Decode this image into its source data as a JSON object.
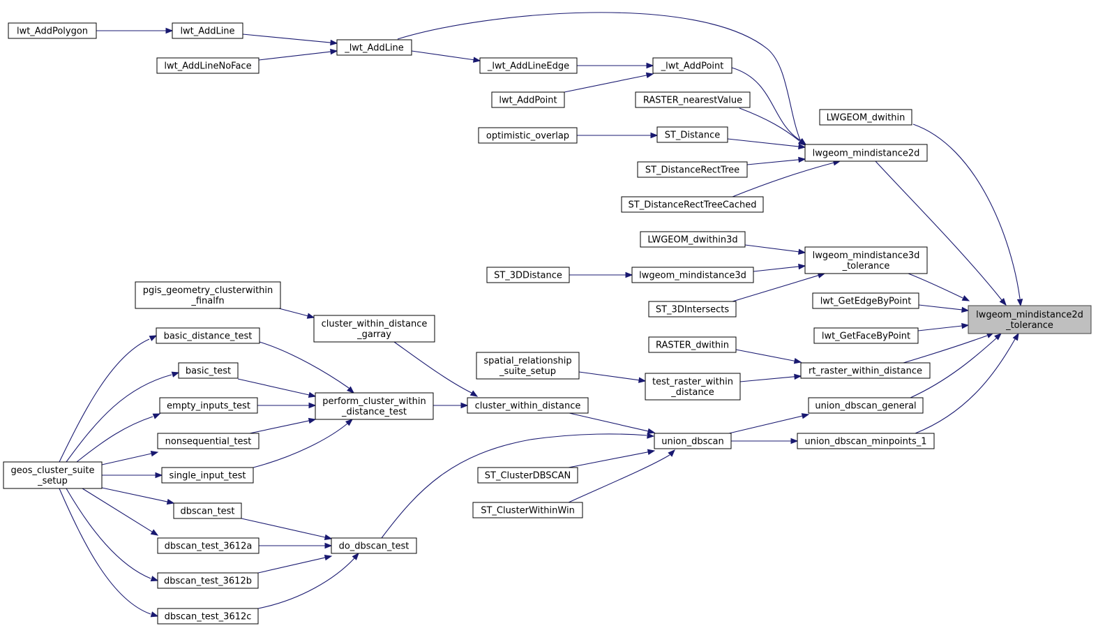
{
  "graph": {
    "type": "caller-graph",
    "colors": {
      "edge": "#191970",
      "target_fill": "#bfbfbf",
      "node_fill": "#ffffff",
      "node_border": "#000000"
    },
    "nodes": [
      {
        "id": "target",
        "lines": [
          "lwgeom_mindistance2d",
          "_tolerance"
        ]
      },
      {
        "id": "lwt_AddPolygon",
        "lines": [
          "lwt_AddPolygon"
        ]
      },
      {
        "id": "lwt_AddLine",
        "lines": [
          "lwt_AddLine"
        ]
      },
      {
        "id": "lwt_AddLineNoFace",
        "lines": [
          "lwt_AddLineNoFace"
        ]
      },
      {
        "id": "_lwt_AddLine",
        "lines": [
          "_lwt_AddLine"
        ]
      },
      {
        "id": "_lwt_AddLineEdge",
        "lines": [
          "_lwt_AddLineEdge"
        ]
      },
      {
        "id": "lwt_AddPoint",
        "lines": [
          "lwt_AddPoint"
        ]
      },
      {
        "id": "_lwt_AddPoint",
        "lines": [
          "_lwt_AddPoint"
        ]
      },
      {
        "id": "RASTER_nearestValue",
        "lines": [
          "RASTER_nearestValue"
        ]
      },
      {
        "id": "optimistic_overlap",
        "lines": [
          "optimistic_overlap"
        ]
      },
      {
        "id": "ST_Distance",
        "lines": [
          "ST_Distance"
        ]
      },
      {
        "id": "ST_DistanceRectTree",
        "lines": [
          "ST_DistanceRectTree"
        ]
      },
      {
        "id": "ST_DistanceRectTreeCached",
        "lines": [
          "ST_DistanceRectTreeCached"
        ]
      },
      {
        "id": "lwgeom_mindistance2d",
        "lines": [
          "lwgeom_mindistance2d"
        ]
      },
      {
        "id": "LWGEOM_dwithin",
        "lines": [
          "LWGEOM_dwithin"
        ]
      },
      {
        "id": "LWGEOM_dwithin3d",
        "lines": [
          "LWGEOM_dwithin3d"
        ]
      },
      {
        "id": "ST_3DDistance",
        "lines": [
          "ST_3DDistance"
        ]
      },
      {
        "id": "lwgeom_mindistance3d",
        "lines": [
          "lwgeom_mindistance3d"
        ]
      },
      {
        "id": "ST_3DIntersects",
        "lines": [
          "ST_3DIntersects"
        ]
      },
      {
        "id": "lwgeom_mindistance3d_tolerance",
        "lines": [
          "lwgeom_mindistance3d",
          "_tolerance"
        ]
      },
      {
        "id": "lwt_GetEdgeByPoint",
        "lines": [
          "lwt_GetEdgeByPoint"
        ]
      },
      {
        "id": "lwt_GetFaceByPoint",
        "lines": [
          "lwt_GetFaceByPoint"
        ]
      },
      {
        "id": "RASTER_dwithin",
        "lines": [
          "RASTER_dwithin"
        ]
      },
      {
        "id": "spatial_relationship_suite_setup",
        "lines": [
          "spatial_relationship",
          "_suite_setup"
        ]
      },
      {
        "id": "test_raster_within_distance",
        "lines": [
          "test_raster_within",
          "_distance"
        ]
      },
      {
        "id": "rt_raster_within_distance",
        "lines": [
          "rt_raster_within_distance"
        ]
      },
      {
        "id": "pgis_geometry_clusterwithin_finalfn",
        "lines": [
          "pgis_geometry_clusterwithin",
          "_finalfn"
        ]
      },
      {
        "id": "cluster_within_distance_garray",
        "lines": [
          "cluster_within_distance",
          "_garray"
        ]
      },
      {
        "id": "basic_distance_test",
        "lines": [
          "basic_distance_test"
        ]
      },
      {
        "id": "basic_test",
        "lines": [
          "basic_test"
        ]
      },
      {
        "id": "empty_inputs_test",
        "lines": [
          "empty_inputs_test"
        ]
      },
      {
        "id": "nonsequential_test",
        "lines": [
          "nonsequential_test"
        ]
      },
      {
        "id": "single_input_test",
        "lines": [
          "single_input_test"
        ]
      },
      {
        "id": "perform_cluster_within_distance_test",
        "lines": [
          "perform_cluster_within",
          "_distance_test"
        ]
      },
      {
        "id": "cluster_within_distance",
        "lines": [
          "cluster_within_distance"
        ]
      },
      {
        "id": "union_dbscan_general",
        "lines": [
          "union_dbscan_general"
        ]
      },
      {
        "id": "union_dbscan",
        "lines": [
          "union_dbscan"
        ]
      },
      {
        "id": "union_dbscan_minpoints_1",
        "lines": [
          "union_dbscan_minpoints_1"
        ]
      },
      {
        "id": "ST_ClusterDBSCAN",
        "lines": [
          "ST_ClusterDBSCAN"
        ]
      },
      {
        "id": "ST_ClusterWithinWin",
        "lines": [
          "ST_ClusterWithinWin"
        ]
      },
      {
        "id": "geos_cluster_suite_setup",
        "lines": [
          "geos_cluster_suite",
          "_setup"
        ]
      },
      {
        "id": "dbscan_test",
        "lines": [
          "dbscan_test"
        ]
      },
      {
        "id": "dbscan_test_3612a",
        "lines": [
          "dbscan_test_3612a"
        ]
      },
      {
        "id": "dbscan_test_3612b",
        "lines": [
          "dbscan_test_3612b"
        ]
      },
      {
        "id": "dbscan_test_3612c",
        "lines": [
          "dbscan_test_3612c"
        ]
      },
      {
        "id": "do_dbscan_test",
        "lines": [
          "do_dbscan_test"
        ]
      }
    ],
    "edges": [
      {
        "from": "lwt_AddPolygon",
        "to": "lwt_AddLine"
      },
      {
        "from": "lwt_AddLine",
        "to": "_lwt_AddLine"
      },
      {
        "from": "lwt_AddLineNoFace",
        "to": "_lwt_AddLine"
      },
      {
        "from": "_lwt_AddLine",
        "to": "_lwt_AddLineEdge"
      },
      {
        "from": "_lwt_AddLine",
        "to": "lwgeom_mindistance2d"
      },
      {
        "from": "_lwt_AddLineEdge",
        "to": "_lwt_AddPoint"
      },
      {
        "from": "lwt_AddPoint",
        "to": "_lwt_AddPoint"
      },
      {
        "from": "_lwt_AddPoint",
        "to": "lwgeom_mindistance2d"
      },
      {
        "from": "RASTER_nearestValue",
        "to": "lwgeom_mindistance2d"
      },
      {
        "from": "optimistic_overlap",
        "to": "ST_Distance"
      },
      {
        "from": "ST_Distance",
        "to": "lwgeom_mindistance2d"
      },
      {
        "from": "ST_DistanceRectTree",
        "to": "lwgeom_mindistance2d"
      },
      {
        "from": "ST_DistanceRectTreeCached",
        "to": "lwgeom_mindistance2d"
      },
      {
        "from": "lwgeom_mindistance2d",
        "to": "target"
      },
      {
        "from": "LWGEOM_dwithin",
        "to": "target"
      },
      {
        "from": "LWGEOM_dwithin3d",
        "to": "lwgeom_mindistance3d_tolerance"
      },
      {
        "from": "ST_3DDistance",
        "to": "lwgeom_mindistance3d"
      },
      {
        "from": "lwgeom_mindistance3d",
        "to": "lwgeom_mindistance3d_tolerance"
      },
      {
        "from": "ST_3DIntersects",
        "to": "lwgeom_mindistance3d_tolerance"
      },
      {
        "from": "lwgeom_mindistance3d_tolerance",
        "to": "target"
      },
      {
        "from": "lwt_GetEdgeByPoint",
        "to": "target"
      },
      {
        "from": "lwt_GetFaceByPoint",
        "to": "target"
      },
      {
        "from": "RASTER_dwithin",
        "to": "rt_raster_within_distance"
      },
      {
        "from": "spatial_relationship_suite_setup",
        "to": "test_raster_within_distance"
      },
      {
        "from": "test_raster_within_distance",
        "to": "rt_raster_within_distance"
      },
      {
        "from": "rt_raster_within_distance",
        "to": "target"
      },
      {
        "from": "pgis_geometry_clusterwithin_finalfn",
        "to": "cluster_within_distance_garray"
      },
      {
        "from": "cluster_within_distance_garray",
        "to": "cluster_within_distance"
      },
      {
        "from": "basic_distance_test",
        "to": "perform_cluster_within_distance_test"
      },
      {
        "from": "basic_test",
        "to": "perform_cluster_within_distance_test"
      },
      {
        "from": "empty_inputs_test",
        "to": "perform_cluster_within_distance_test"
      },
      {
        "from": "nonsequential_test",
        "to": "perform_cluster_within_distance_test"
      },
      {
        "from": "single_input_test",
        "to": "perform_cluster_within_distance_test"
      },
      {
        "from": "perform_cluster_within_distance_test",
        "to": "cluster_within_distance"
      },
      {
        "from": "cluster_within_distance",
        "to": "union_dbscan"
      },
      {
        "from": "union_dbscan",
        "to": "union_dbscan_general"
      },
      {
        "from": "union_dbscan",
        "to": "union_dbscan_minpoints_1"
      },
      {
        "from": "union_dbscan_general",
        "to": "target"
      },
      {
        "from": "union_dbscan_minpoints_1",
        "to": "target"
      },
      {
        "from": "ST_ClusterDBSCAN",
        "to": "union_dbscan"
      },
      {
        "from": "ST_ClusterWithinWin",
        "to": "union_dbscan"
      },
      {
        "from": "do_dbscan_test",
        "to": "union_dbscan"
      },
      {
        "from": "geos_cluster_suite_setup",
        "to": "basic_distance_test"
      },
      {
        "from": "geos_cluster_suite_setup",
        "to": "basic_test"
      },
      {
        "from": "geos_cluster_suite_setup",
        "to": "empty_inputs_test"
      },
      {
        "from": "geos_cluster_suite_setup",
        "to": "nonsequential_test"
      },
      {
        "from": "geos_cluster_suite_setup",
        "to": "single_input_test"
      },
      {
        "from": "geos_cluster_suite_setup",
        "to": "dbscan_test"
      },
      {
        "from": "geos_cluster_suite_setup",
        "to": "dbscan_test_3612a"
      },
      {
        "from": "geos_cluster_suite_setup",
        "to": "dbscan_test_3612b"
      },
      {
        "from": "geos_cluster_suite_setup",
        "to": "dbscan_test_3612c"
      },
      {
        "from": "dbscan_test",
        "to": "do_dbscan_test"
      },
      {
        "from": "dbscan_test_3612a",
        "to": "do_dbscan_test"
      },
      {
        "from": "dbscan_test_3612b",
        "to": "do_dbscan_test"
      },
      {
        "from": "dbscan_test_3612c",
        "to": "do_dbscan_test"
      }
    ]
  }
}
